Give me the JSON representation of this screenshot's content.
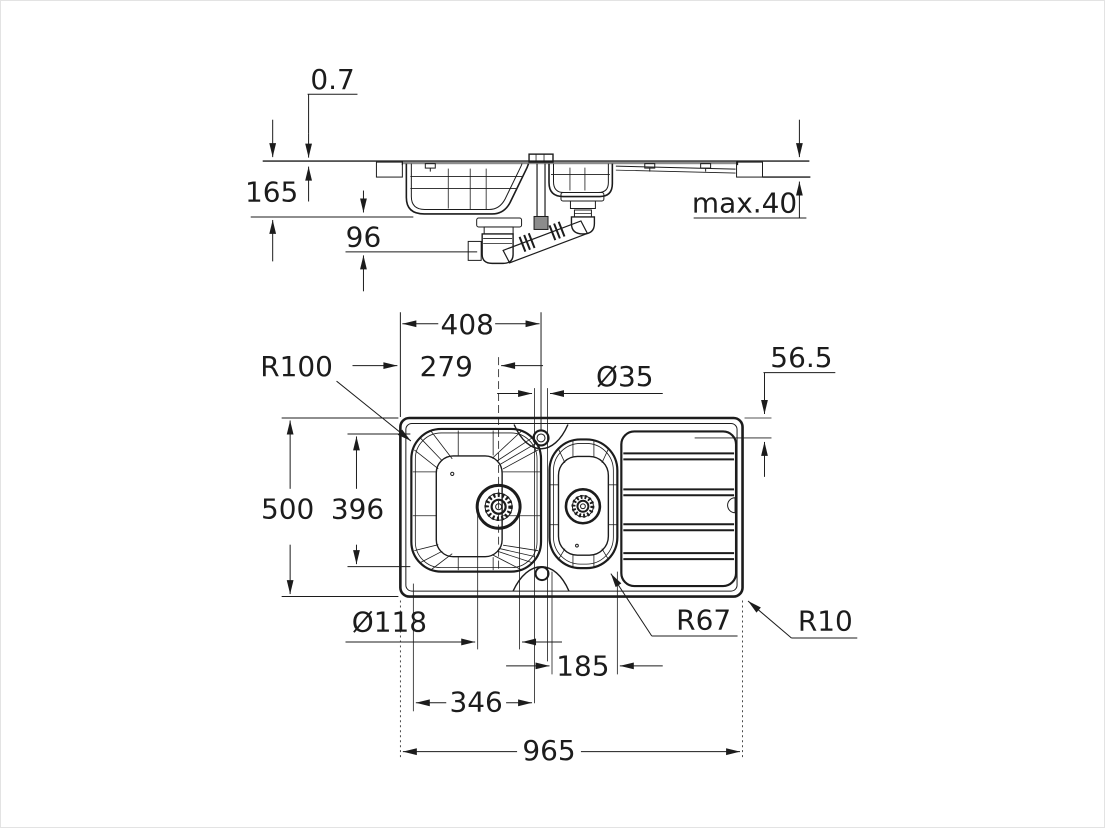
{
  "colors": {
    "background": "#ffffff",
    "line": "#1c1c1c"
  },
  "views": {
    "side": {
      "dims": {
        "rim_thickness": "0.7",
        "bowl_depth": "165",
        "drain_drop": "96",
        "countertop_max_thickness": "max.40"
      }
    },
    "plan": {
      "dims": {
        "tap_hole_from_left": "408",
        "drain_from_left": "279",
        "tap_hole_diameter": "Ø35",
        "main_bowl_corner_radius": "R100",
        "tap_hole_from_edge": "56.5",
        "overall_depth": "500",
        "main_bowl_length": "396",
        "drain_hole_diameter": "Ø118",
        "half_bowl_width": "185",
        "hole_spacing": "346",
        "overall_width": "965",
        "half_bowl_radius": "R67",
        "outer_corner_radius": "R10"
      }
    }
  }
}
